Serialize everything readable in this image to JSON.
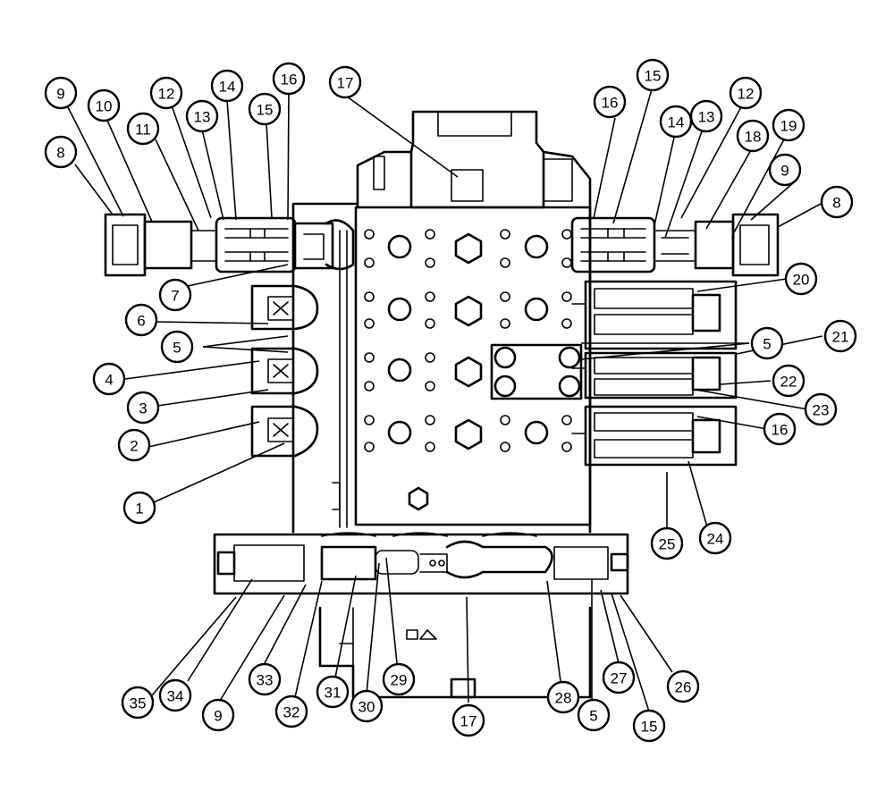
{
  "diagram": {
    "callout_labels": [
      "9",
      "10",
      "11",
      "12",
      "13",
      "14",
      "15",
      "16",
      "17",
      "8",
      "7",
      "6",
      "5",
      "4",
      "3",
      "2",
      "1",
      "35",
      "34",
      "9",
      "33",
      "32",
      "31",
      "30",
      "29",
      "17",
      "28",
      "5",
      "27",
      "26",
      "15",
      "16",
      "15",
      "14",
      "13",
      "12",
      "18",
      "19",
      "9",
      "8",
      "20",
      "21",
      "5",
      "22",
      "23",
      "16",
      "24",
      "25"
    ],
    "colors": {
      "ink": "#000000",
      "paper": "#ffffff"
    }
  }
}
